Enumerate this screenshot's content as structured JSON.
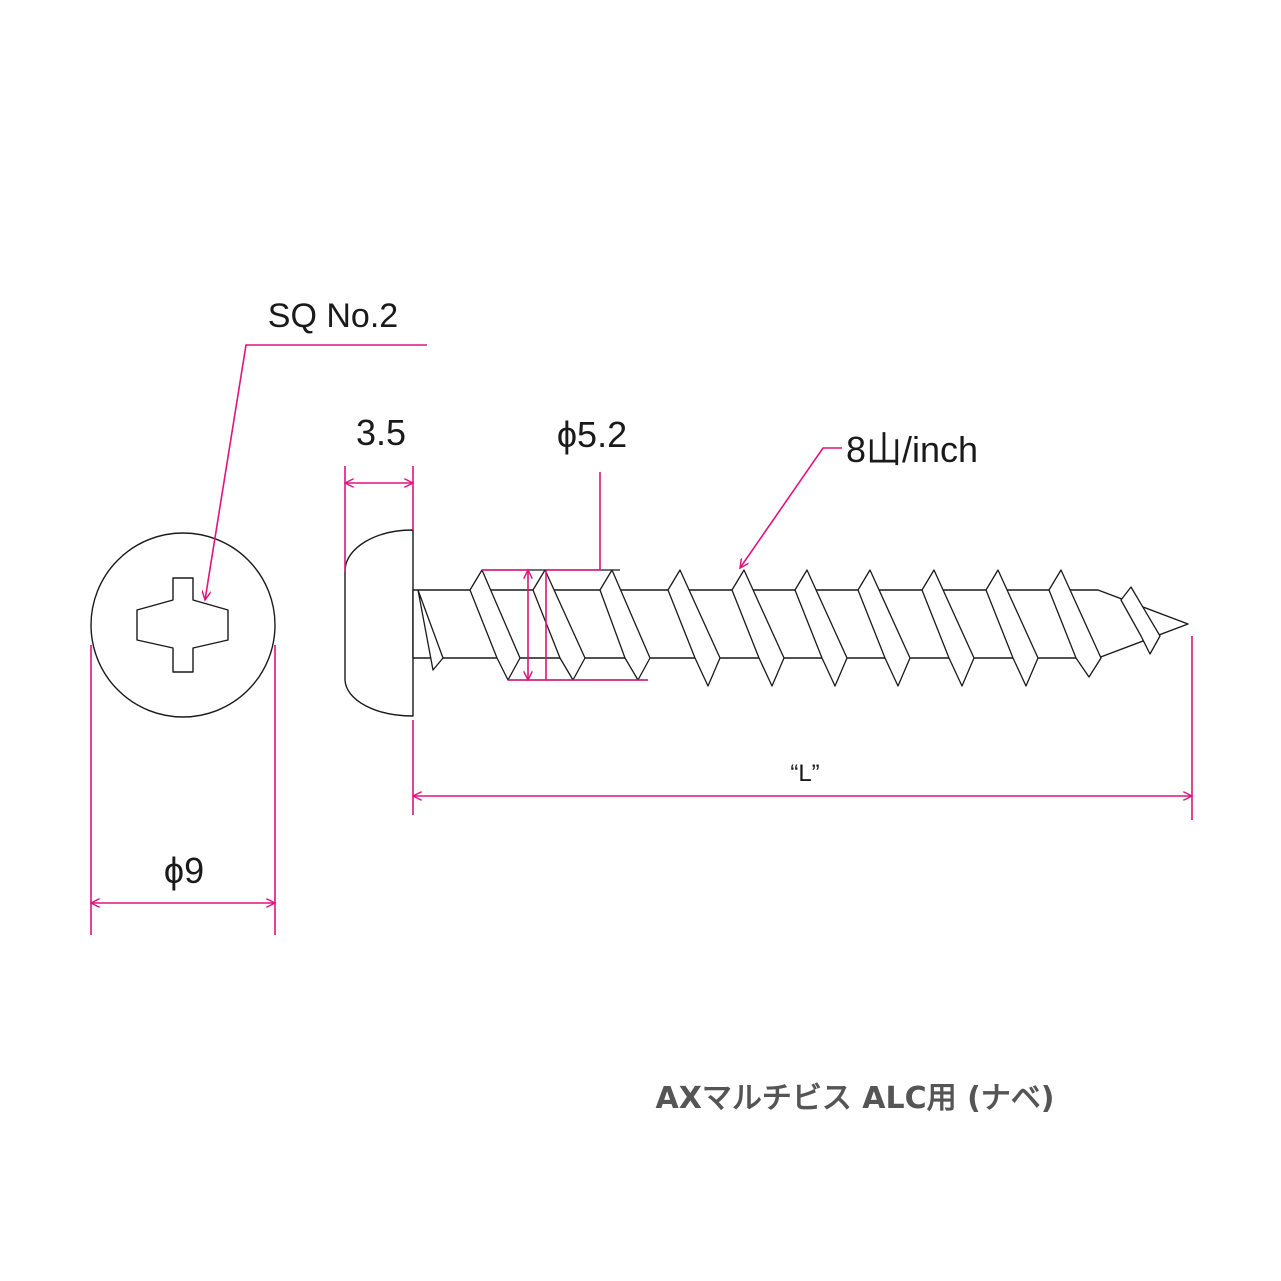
{
  "labels": {
    "drive": "SQ No.2",
    "head_height": "3.5",
    "shank_diameter": "ϕ5.2",
    "thread_pitch": "8山/inch",
    "length": "“L”",
    "head_diameter": "ϕ9"
  },
  "caption": "AXマルチビス ALC用 (ナベ)",
  "colors": {
    "dimension_line": "#e0137f",
    "outline": "#1a1a1a",
    "caption": "#555555"
  }
}
